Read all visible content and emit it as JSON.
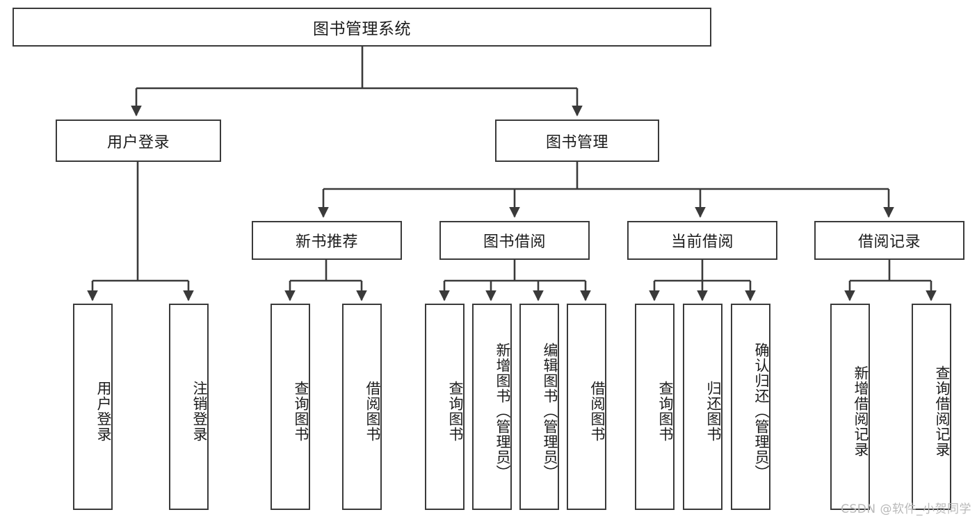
{
  "diagram": {
    "type": "tree-hierarchy",
    "title": "图书管理系统",
    "root": {
      "label": "图书管理系统",
      "id": "root"
    },
    "level1": [
      {
        "id": "user-login",
        "label": "用户登录"
      },
      {
        "id": "book-manage",
        "label": "图书管理"
      }
    ],
    "level2": [
      {
        "id": "new-book-recommend",
        "label": "新书推荐",
        "parent": "book-manage"
      },
      {
        "id": "book-borrow",
        "label": "图书借阅",
        "parent": "book-manage"
      },
      {
        "id": "current-borrow",
        "label": "当前借阅",
        "parent": "book-manage"
      },
      {
        "id": "borrow-record",
        "label": "借阅记录",
        "parent": "book-manage"
      }
    ],
    "leaves": [
      {
        "id": "leaf-user-login",
        "label": "用户登录",
        "parent": "user-login"
      },
      {
        "id": "leaf-logout-login",
        "label": "注销登录",
        "parent": "user-login"
      },
      {
        "id": "leaf-query-book-1",
        "label": "查询图书",
        "parent": "new-book-recommend"
      },
      {
        "id": "leaf-borrow-book-1",
        "label": "借阅图书",
        "parent": "new-book-recommend"
      },
      {
        "id": "leaf-query-book-2",
        "label": "查询图书",
        "parent": "book-borrow"
      },
      {
        "id": "leaf-add-book",
        "label": "新增图书（管理员）",
        "parent": "book-borrow"
      },
      {
        "id": "leaf-edit-book",
        "label": "编辑图书（管理员）",
        "parent": "book-borrow"
      },
      {
        "id": "leaf-borrow-book-2",
        "label": "借阅图书",
        "parent": "book-borrow"
      },
      {
        "id": "leaf-query-book-3",
        "label": "查询图书",
        "parent": "current-borrow"
      },
      {
        "id": "leaf-return-book",
        "label": "归还图书",
        "parent": "current-borrow"
      },
      {
        "id": "leaf-confirm-return",
        "label": "确认归还（管理员）",
        "parent": "current-borrow"
      },
      {
        "id": "leaf-add-record",
        "label": "新增借阅记录",
        "parent": "borrow-record"
      },
      {
        "id": "leaf-query-record",
        "label": "查询借阅记录",
        "parent": "borrow-record"
      }
    ],
    "colors": {
      "background": "#ffffff",
      "box_border": "#3a3a3a",
      "box_fill": "#ffffff",
      "connector": "#3a3a3a",
      "text": "#1b1b1b",
      "watermark": "#b9b9b9"
    }
  },
  "watermark": {
    "text": "CSDN @软件_小贺同学"
  }
}
